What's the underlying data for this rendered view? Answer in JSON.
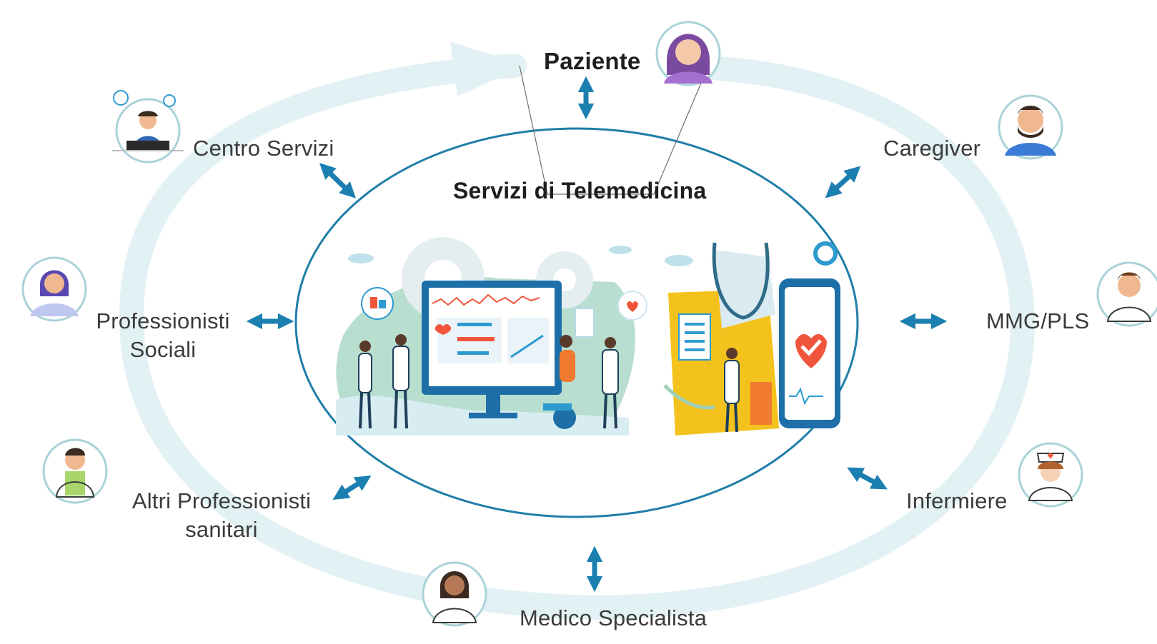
{
  "title": "Servizi di Telemedicina",
  "actors": {
    "paziente": "Paziente",
    "caregiver": "Caregiver",
    "centro_servizi": "Centro Servizi",
    "professionisti_sociali_1": "Professionisti",
    "professionisti_sociali_2": "Sociali",
    "mmg_pls": "MMG/PLS",
    "altri_professionisti_1": "Altri Professionisti",
    "altri_professionisti_2": "sanitari",
    "infermiere": "Infermiere",
    "medico_specialista": "Medico Specialista"
  },
  "colors": {
    "ellipse": "#1f7ea8",
    "arrow": "#1b7fb0",
    "ring": "#dbeef2",
    "avatar_ring": "#a9d3d8",
    "heart": "#f0553b",
    "screen": "#2d9ad0",
    "yellow": "#f4c21d"
  }
}
